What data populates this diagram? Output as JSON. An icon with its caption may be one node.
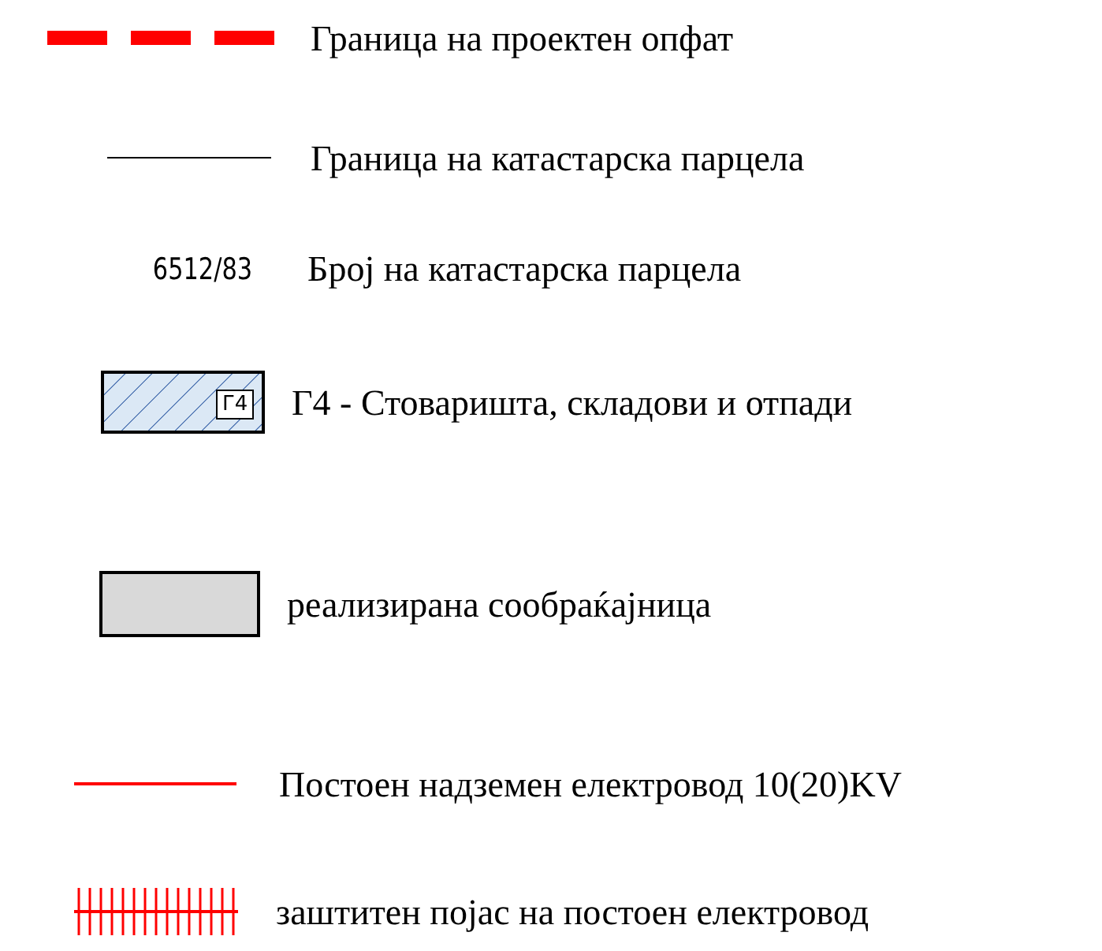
{
  "diagram": {
    "legend": [
      {
        "text": "Граница на проектен опфат"
      },
      {
        "text": "Граница на катастарска парцела"
      },
      {
        "text": "Број на катастарска парцела"
      },
      {
        "text": "Г4 - Стоваришта, складови и отпади"
      },
      {
        "text": "реализирана сообраќајница",
        "color": "#d9d9d9"
      },
      {
        "text": "Постоен надземен електровод 10(20)KV"
      },
      {
        "text": "заштитен појас на постоен електровод"
      }
    ],
    "labels": [
      "6512/83",
      "Г4"
    ]
  }
}
